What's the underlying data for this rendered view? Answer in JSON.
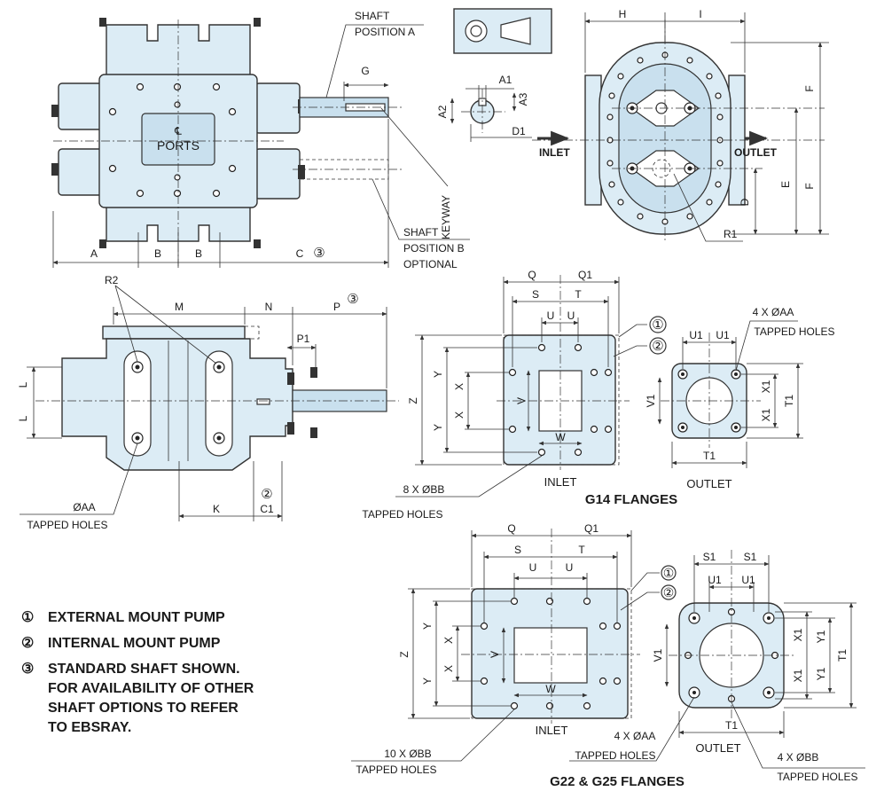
{
  "callouts": {
    "shaft_position_a": [
      "SHAFT",
      "POSITION A"
    ],
    "shaft_position_b": [
      "SHAFT",
      "POSITION B",
      "OPTIONAL"
    ],
    "keyway": "KEYWAY",
    "ports": "PORTS",
    "centerline": "℄",
    "inlet": "INLET",
    "outlet": "OUTLET",
    "r1": "R1",
    "r2": "R2",
    "aa_tapped": [
      "ØAA",
      "TAPPED HOLES"
    ]
  },
  "dims": {
    "top_view": [
      "A",
      "B",
      "B",
      "C",
      "G"
    ],
    "keyway": [
      "A1",
      "A2",
      "A3",
      "D1"
    ],
    "end_view": [
      "H",
      "I",
      "F",
      "F",
      "E",
      "D"
    ],
    "side_view": [
      "M",
      "N",
      "P",
      "P1",
      "L",
      "L",
      "K",
      "C1"
    ]
  },
  "markers": {
    "one": "①",
    "two": "②",
    "three": "③"
  },
  "g14": {
    "title": "G14 FLANGES",
    "inlet": "INLET",
    "outlet": "OUTLET",
    "inlet_dims": [
      "Q",
      "Q1",
      "S",
      "T",
      "U",
      "U",
      "Z",
      "Y",
      "Y",
      "X",
      "X",
      "V",
      "W"
    ],
    "outlet_dims": [
      "U1",
      "U1",
      "V1",
      "X1",
      "X1",
      "T1",
      "T1"
    ],
    "inlet_holes": [
      "8 X ØBB",
      "TAPPED HOLES"
    ],
    "outlet_holes": [
      "4 X ØAA",
      "TAPPED HOLES"
    ]
  },
  "g22": {
    "title": "G22 & G25 FLANGES",
    "inlet": "INLET",
    "outlet": "OUTLET",
    "inlet_dims": [
      "Q",
      "Q1",
      "S",
      "T",
      "U",
      "U",
      "Z",
      "Y",
      "Y",
      "X",
      "X",
      "V",
      "W"
    ],
    "outlet_dims": [
      "S1",
      "S1",
      "U1",
      "U1",
      "V1",
      "X1",
      "X1",
      "Y1",
      "Y1",
      "T1",
      "T1"
    ],
    "inlet_holes": [
      "10 X ØBB",
      "TAPPED HOLES"
    ],
    "aa_holes": [
      "4 X ØAA",
      "TAPPED HOLES"
    ],
    "bb_holes": [
      "4 X ØBB",
      "TAPPED HOLES"
    ]
  },
  "notes": [
    {
      "marker": "①",
      "lines": [
        "EXTERNAL MOUNT PUMP"
      ]
    },
    {
      "marker": "②",
      "lines": [
        "INTERNAL MOUNT PUMP"
      ]
    },
    {
      "marker": "③",
      "lines": [
        "STANDARD SHAFT SHOWN.",
        "FOR AVAILABILITY OF OTHER",
        "SHAFT OPTIONS TO REFER",
        "TO EBSRAY."
      ]
    }
  ]
}
